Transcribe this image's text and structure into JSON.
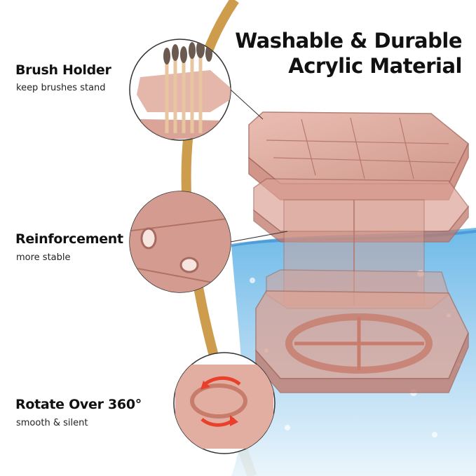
{
  "headline": {
    "line1": "Washable & Durable",
    "line2": "Acrylic Material"
  },
  "features": [
    {
      "title": "Brush Holder",
      "subtitle": "keep brushes stand",
      "icon": "brush-holder-detail"
    },
    {
      "title": "Reinforcement",
      "subtitle": "more stable",
      "icon": "reinforcement-detail"
    },
    {
      "title": "Rotate Over 360°",
      "subtitle": "smooth & silent",
      "icon": "rotation-detail"
    }
  ],
  "colors": {
    "acrylic_pink": "#d49a8c",
    "acrylic_dark": "#b8776a",
    "gold_arc": "#c8913a",
    "water_blue": "#4a9fd8",
    "rotate_arrow": "#e8402a"
  }
}
